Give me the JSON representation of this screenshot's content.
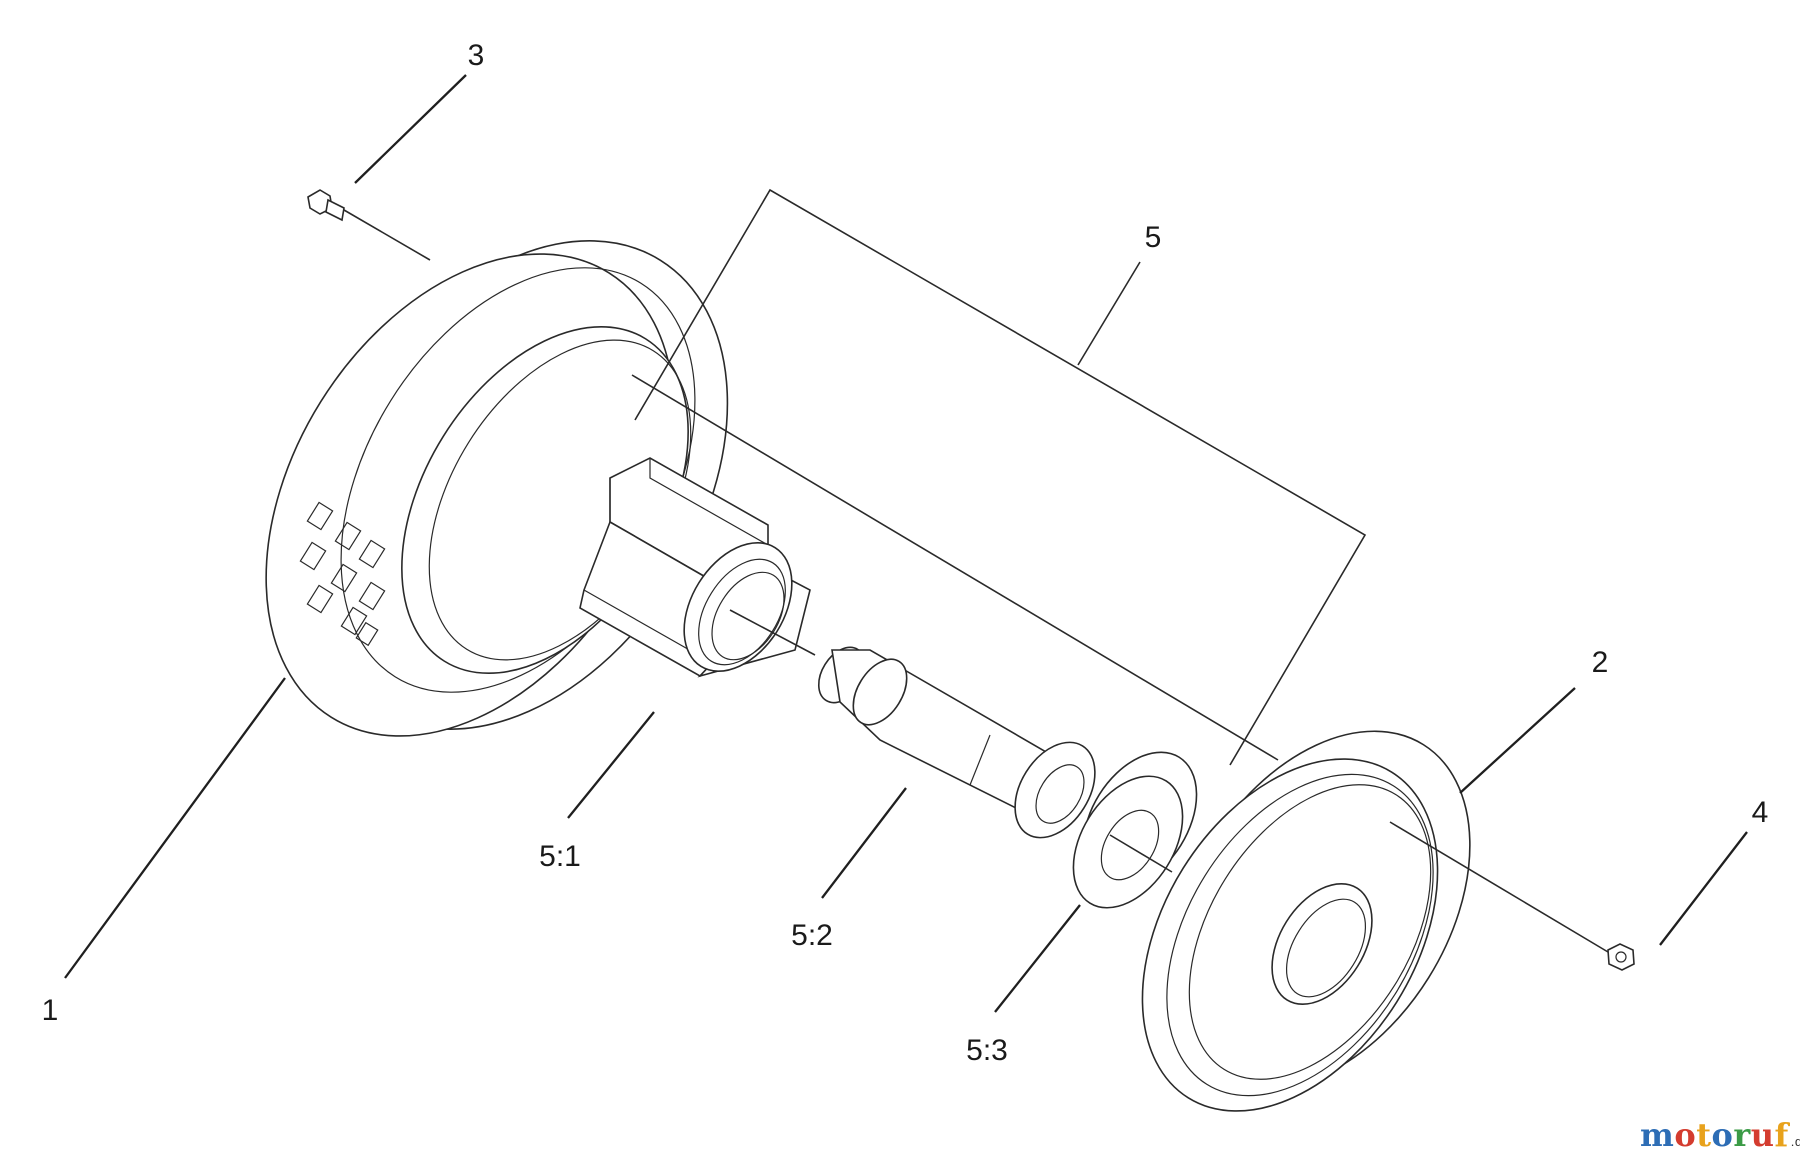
{
  "callouts": {
    "c1": "1",
    "c2": "2",
    "c3": "3",
    "c4": "4",
    "c5": "5",
    "c51": "5:1",
    "c52": "5:2",
    "c53": "5:3"
  },
  "watermark": {
    "letters": [
      "m",
      "o",
      "t",
      "o",
      "r",
      "u",
      "f"
    ],
    "colors": [
      "#2d6db5",
      "#d43c2f",
      "#e8a21c",
      "#2d6db5",
      "#3b9b46",
      "#d43c2f",
      "#e8a21c"
    ],
    "suffix": ".de"
  }
}
